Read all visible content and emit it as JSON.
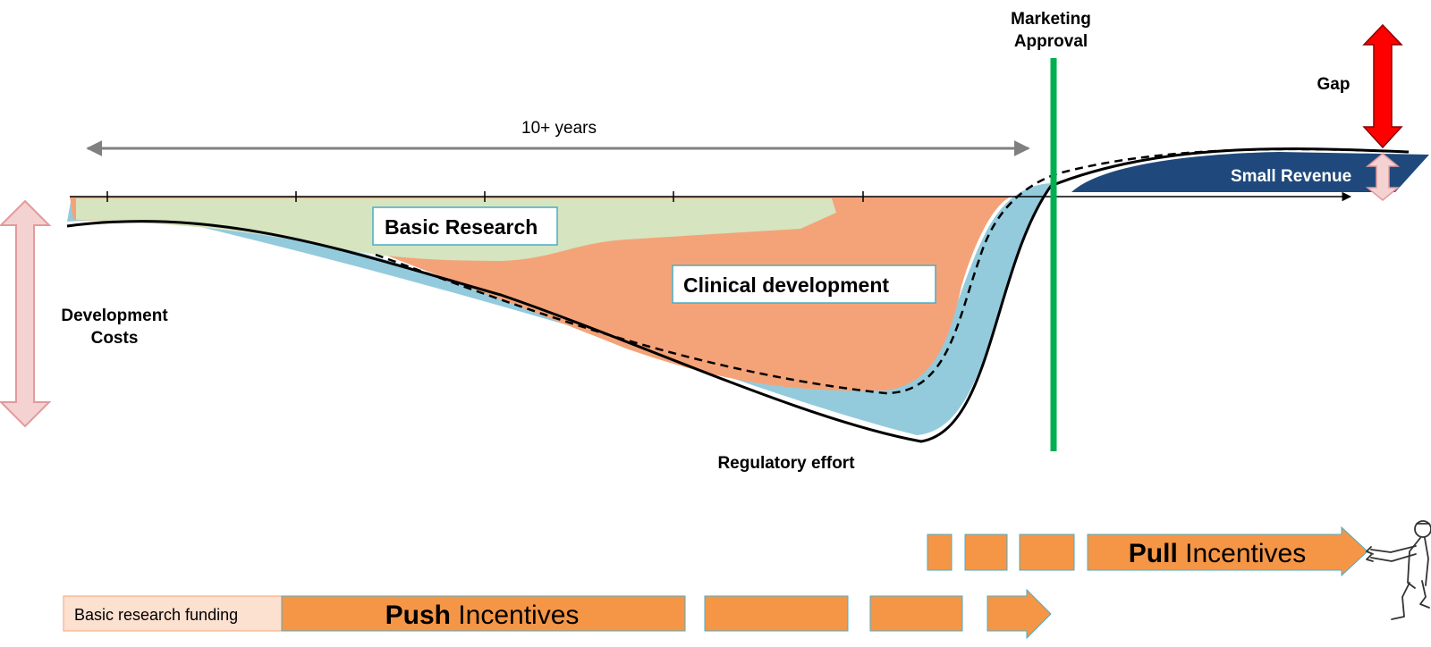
{
  "labels": {
    "years": "10+ years",
    "marketing_approval_line1": "Marketing",
    "marketing_approval_line2": "Approval",
    "gap": "Gap",
    "small_revenue": "Small Revenue",
    "development_costs_line1": "Development",
    "development_costs_line2": "Costs",
    "basic_research": "Basic Research",
    "clinical_development": "Clinical development",
    "regulatory_effort": "Regulatory effort",
    "basic_research_funding": "Basic research funding",
    "push_bold": "Push",
    "push_rest": " Incentives",
    "pull_bold": "Pull",
    "pull_rest": " Incentives"
  },
  "colors": {
    "basic_research_fill": "#d6e4bf",
    "clinical_fill": "#f4a378",
    "regulatory_fill": "#93cbdd",
    "revenue_fill": "#1f497d",
    "approval_line": "#00b050",
    "incentive_orange": "#f59646",
    "funding_fill": "#fce0d0",
    "gap_red": "#ff0000",
    "light_arrow": "#f4d2d2",
    "light_arrow_stroke": "#e39a9a",
    "grey_arrow": "#808080"
  }
}
